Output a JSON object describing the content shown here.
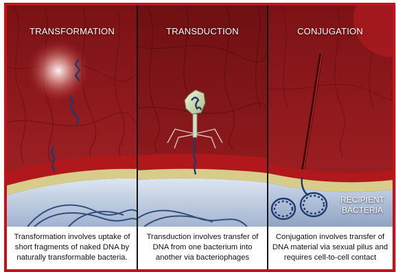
{
  "panels": [
    {
      "title": "TRANSFORMATION",
      "caption": "Transformation involves uptake of short fragments of naked DNA by naturally transformable bacteria."
    },
    {
      "title": "TRANSDUCTION",
      "caption": "Transduction involves transfer of DNA from one bacterium into another via bacteriophages"
    },
    {
      "title": "CONJUGATION",
      "caption": "Conjugation involves transfer of DNA material via sexual pilus and requires cell-to-cell contact",
      "label": "RECIPIENT BACTERIA"
    }
  ],
  "colors": {
    "frame": "#c0141a",
    "tissue": "#8f1a1c",
    "membrane_yellow": "#d8cc8a",
    "cytoplasm": "#b9c8e0",
    "dna": "#1d3a6e"
  },
  "icons": [
    "dna-fragment-icon",
    "bacteriophage-icon",
    "sex-pilus-icon",
    "plasmid-icon"
  ]
}
